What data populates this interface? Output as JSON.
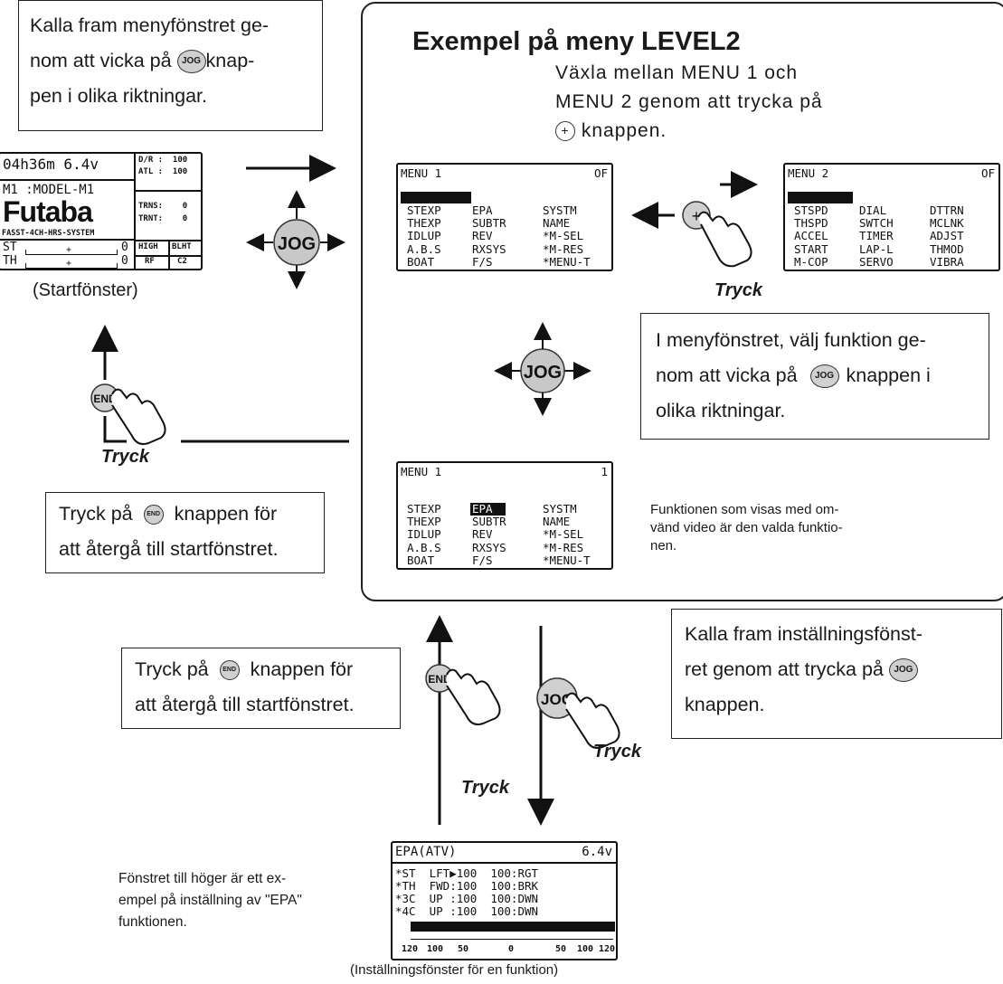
{
  "box_top_left": {
    "line1": "Kalla fram menyfönstret ge-",
    "line2": "nom att vicka på",
    "line2_btn": "JOG",
    "line2_end": "knap-",
    "line3": "pen i olika riktningar."
  },
  "start_screen": {
    "time": "04h36m 6.4v",
    "dr": "D/R :  100",
    "atl": "ATL :  100",
    "model": "M1 :MODEL-M1",
    "brand": "Futaba",
    "system": "FASST-4CH-HRS-SYSTEM",
    "trns": "TRNS:    0",
    "trnt": "TRNT:    0",
    "st_label": "ST",
    "st_value": "0",
    "th_label": "TH",
    "th_value": "0",
    "high": "HIGH",
    "blht": "BLHT",
    "rf": "RF",
    "c2": "C2",
    "caption": "(Startfönster)"
  },
  "main_panel": {
    "title": "Exempel på meny LEVEL2",
    "desc1": "Växla mellan MENU 1 och",
    "desc2": "MENU 2 genom att trycka på",
    "desc3": "knappen.",
    "plus_symbol": "+"
  },
  "menu1": {
    "title": "MENU 1",
    "status": "OF",
    "rows": [
      [
        "STEXP",
        "EPA",
        "SYSTM"
      ],
      [
        "THEXP",
        "SUBTR",
        "NAME"
      ],
      [
        "IDLUP",
        "REV",
        "*M-SEL"
      ],
      [
        "A.B.S",
        "RXSYS",
        "*M-RES"
      ],
      [
        "BOAT",
        "F/S",
        "*MENU-T"
      ]
    ]
  },
  "menu2": {
    "title": "MENU 2",
    "status": "OF",
    "rows": [
      [
        "STSPD",
        "DIAL",
        "DTTRN"
      ],
      [
        "THSPD",
        "SWTCH",
        "MCLNK"
      ],
      [
        "ACCEL",
        "TIMER",
        "ADJST"
      ],
      [
        "START",
        "LAP-L",
        "THMOD"
      ],
      [
        "M-COP",
        "SERVO",
        "VIBRA"
      ]
    ]
  },
  "menu1_selected": {
    "title": "MENU 1",
    "status": "1",
    "rows": [
      [
        "STEXP",
        "EPA",
        "SYSTM"
      ],
      [
        "THEXP",
        "SUBTR",
        "NAME"
      ],
      [
        "IDLUP",
        "REV",
        "*M-SEL"
      ],
      [
        "A.B.S",
        "RXSYS",
        "*M-RES"
      ],
      [
        "BOAT",
        "F/S",
        "*MENU-T"
      ]
    ]
  },
  "box_select": {
    "line1": "I menyfönstret, välj funktion  ge-",
    "line2": "nom att vicka på",
    "line2_btn": "JOG",
    "line2_end": "knappen i",
    "line3": "olika riktningar."
  },
  "inverse_note": {
    "line1": "Funktionen som visas med om-",
    "line2": "vänd video är den valda funktio-",
    "line3": "nen."
  },
  "box_end_top": {
    "line1a": "Tryck på",
    "line1_btn": "END",
    "line1b": "knappen för",
    "line2": "att återgå till startfönstret."
  },
  "box_end_bottom": {
    "line1a": "Tryck på",
    "line1_btn": "END",
    "line1b": "knappen för",
    "line2": "att återgå till startfönstret."
  },
  "box_jog_bottom": {
    "line1": "Kalla fram inställningsfönst-",
    "line2": "ret genom att trycka på",
    "line2_btn": "JOG",
    "line3": "knappen."
  },
  "epa_screen": {
    "title": "EPA(ATV)",
    "voltage": "6.4v",
    "rows": [
      "*ST  LFT▶100  100:RGT",
      "*TH  FWD:100  100:BRK",
      "*3C  UP :100  100:DWN",
      "*4C  UP :100  100:DWN"
    ],
    "scale": [
      "120",
      "100",
      "50",
      "0",
      "50",
      "100",
      "120"
    ],
    "caption": "(Inställningsfönster för en funktion)"
  },
  "epa_note": {
    "line1": "Fönstret till höger är ett ex-",
    "line2": "empel på inställning av \"EPA\"",
    "line3": "funktionen."
  },
  "labels": {
    "tryck": "Tryck",
    "jog": "JOG",
    "end": "END"
  }
}
